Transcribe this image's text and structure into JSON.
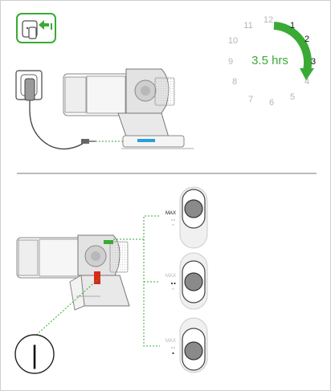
{
  "charge_time": "3.5 hrs",
  "clock_numbers": [
    "12",
    "1",
    "2",
    "3",
    "4",
    "5",
    "6",
    "7",
    "8",
    "9",
    "10",
    "11"
  ],
  "highlighted_numbers": [
    "1",
    "2",
    "3"
  ],
  "modes": [
    {
      "label": "MAX",
      "active": true
    },
    {
      "label": "MAX",
      "active": false
    },
    {
      "label": "MAX",
      "active": false
    }
  ],
  "power_switch": "|",
  "colors": {
    "accent_green": "#3aaa35",
    "charge_led_blue": "#2a9fd8",
    "trigger_red": "#d9281a",
    "line_gray": "#555555",
    "faint_gray": "#b5b5b5"
  },
  "icons": [
    "wall-charger-icon"
  ]
}
